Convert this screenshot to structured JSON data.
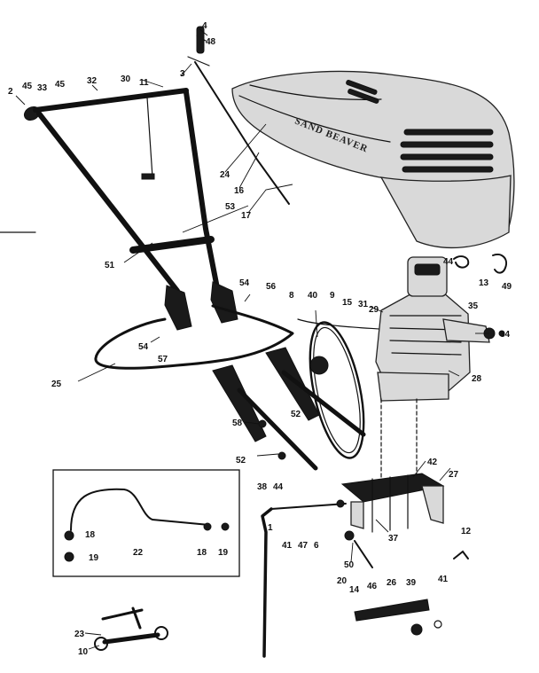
{
  "diagram": {
    "callouts": [
      {
        "id": "c-4a",
        "text": "4"
      },
      {
        "id": "c-48",
        "text": "48"
      },
      {
        "id": "c-3",
        "text": "3"
      },
      {
        "id": "c-2",
        "text": "2"
      },
      {
        "id": "c-45a",
        "text": "45"
      },
      {
        "id": "c-45b",
        "text": "45"
      },
      {
        "id": "c-33",
        "text": "33"
      },
      {
        "id": "c-32",
        "text": "32"
      },
      {
        "id": "c-30",
        "text": "30"
      },
      {
        "id": "c-11",
        "text": "11"
      },
      {
        "id": "c-24",
        "text": "24"
      },
      {
        "id": "c-16",
        "text": "16"
      },
      {
        "id": "c-17",
        "text": "17"
      },
      {
        "id": "c-53",
        "text": "53"
      },
      {
        "id": "c-51",
        "text": "51"
      },
      {
        "id": "c-54a",
        "text": "54"
      },
      {
        "id": "c-56",
        "text": "56"
      },
      {
        "id": "c-54b",
        "text": "54"
      },
      {
        "id": "c-57",
        "text": "57"
      },
      {
        "id": "c-25",
        "text": "25"
      },
      {
        "id": "c-8a",
        "text": "8"
      },
      {
        "id": "c-40",
        "text": "40"
      },
      {
        "id": "c-9",
        "text": "9"
      },
      {
        "id": "c-15",
        "text": "15"
      },
      {
        "id": "c-31",
        "text": "31"
      },
      {
        "id": "c-29",
        "text": "29"
      },
      {
        "id": "c-35",
        "text": "35"
      },
      {
        "id": "c-34",
        "text": "34"
      },
      {
        "id": "c-44a",
        "text": "44"
      },
      {
        "id": "c-13",
        "text": "13"
      },
      {
        "id": "c-49",
        "text": "49"
      },
      {
        "id": "c-28",
        "text": "28"
      },
      {
        "id": "c-52a",
        "text": "52"
      },
      {
        "id": "c-58",
        "text": "58"
      },
      {
        "id": "c-52b",
        "text": "52"
      },
      {
        "id": "c-38",
        "text": "38"
      },
      {
        "id": "c-44b",
        "text": "44"
      },
      {
        "id": "c-42",
        "text": "42"
      },
      {
        "id": "c-27",
        "text": "27"
      },
      {
        "id": "c-37",
        "text": "37"
      },
      {
        "id": "c-1",
        "text": "1"
      },
      {
        "id": "c-41a",
        "text": "41"
      },
      {
        "id": "c-47",
        "text": "47"
      },
      {
        "id": "c-6",
        "text": "6"
      },
      {
        "id": "c-12",
        "text": "12"
      },
      {
        "id": "c-50",
        "text": "50"
      },
      {
        "id": "c-20",
        "text": "20"
      },
      {
        "id": "c-14",
        "text": "14"
      },
      {
        "id": "c-46",
        "text": "46"
      },
      {
        "id": "c-26",
        "text": "26"
      },
      {
        "id": "c-39",
        "text": "39"
      },
      {
        "id": "c-41b",
        "text": "41"
      },
      {
        "id": "c-18a",
        "text": "18"
      },
      {
        "id": "c-19a",
        "text": "19"
      },
      {
        "id": "c-22",
        "text": "22"
      },
      {
        "id": "c-18b",
        "text": "18"
      },
      {
        "id": "c-19b",
        "text": "19"
      },
      {
        "id": "c-23",
        "text": "23"
      },
      {
        "id": "c-10",
        "text": "10"
      }
    ],
    "engine_shroud_text": "SAND BEAVER"
  }
}
